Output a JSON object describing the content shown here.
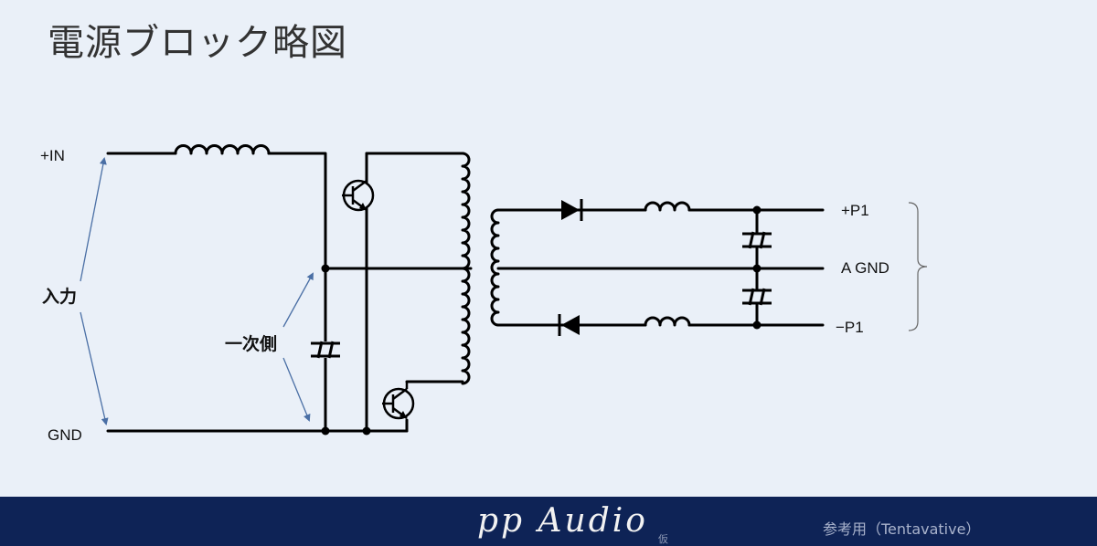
{
  "title": "電源ブロック略図",
  "labels": {
    "in_plus": "+IN",
    "gnd": "GND",
    "input": "入力",
    "primary": "一次側",
    "p1_plus": "+P1",
    "agnd": "A GND",
    "p1_minus": "−P1"
  },
  "footer": {
    "brand": "pp Audio",
    "brand_sub": "仮",
    "note": "参考用（Tentavative）"
  },
  "colors": {
    "footer_bg": "#0e2356",
    "page_bg": "#eaf0f8",
    "arrow": "#4a6fa5",
    "wire": "#000000"
  }
}
